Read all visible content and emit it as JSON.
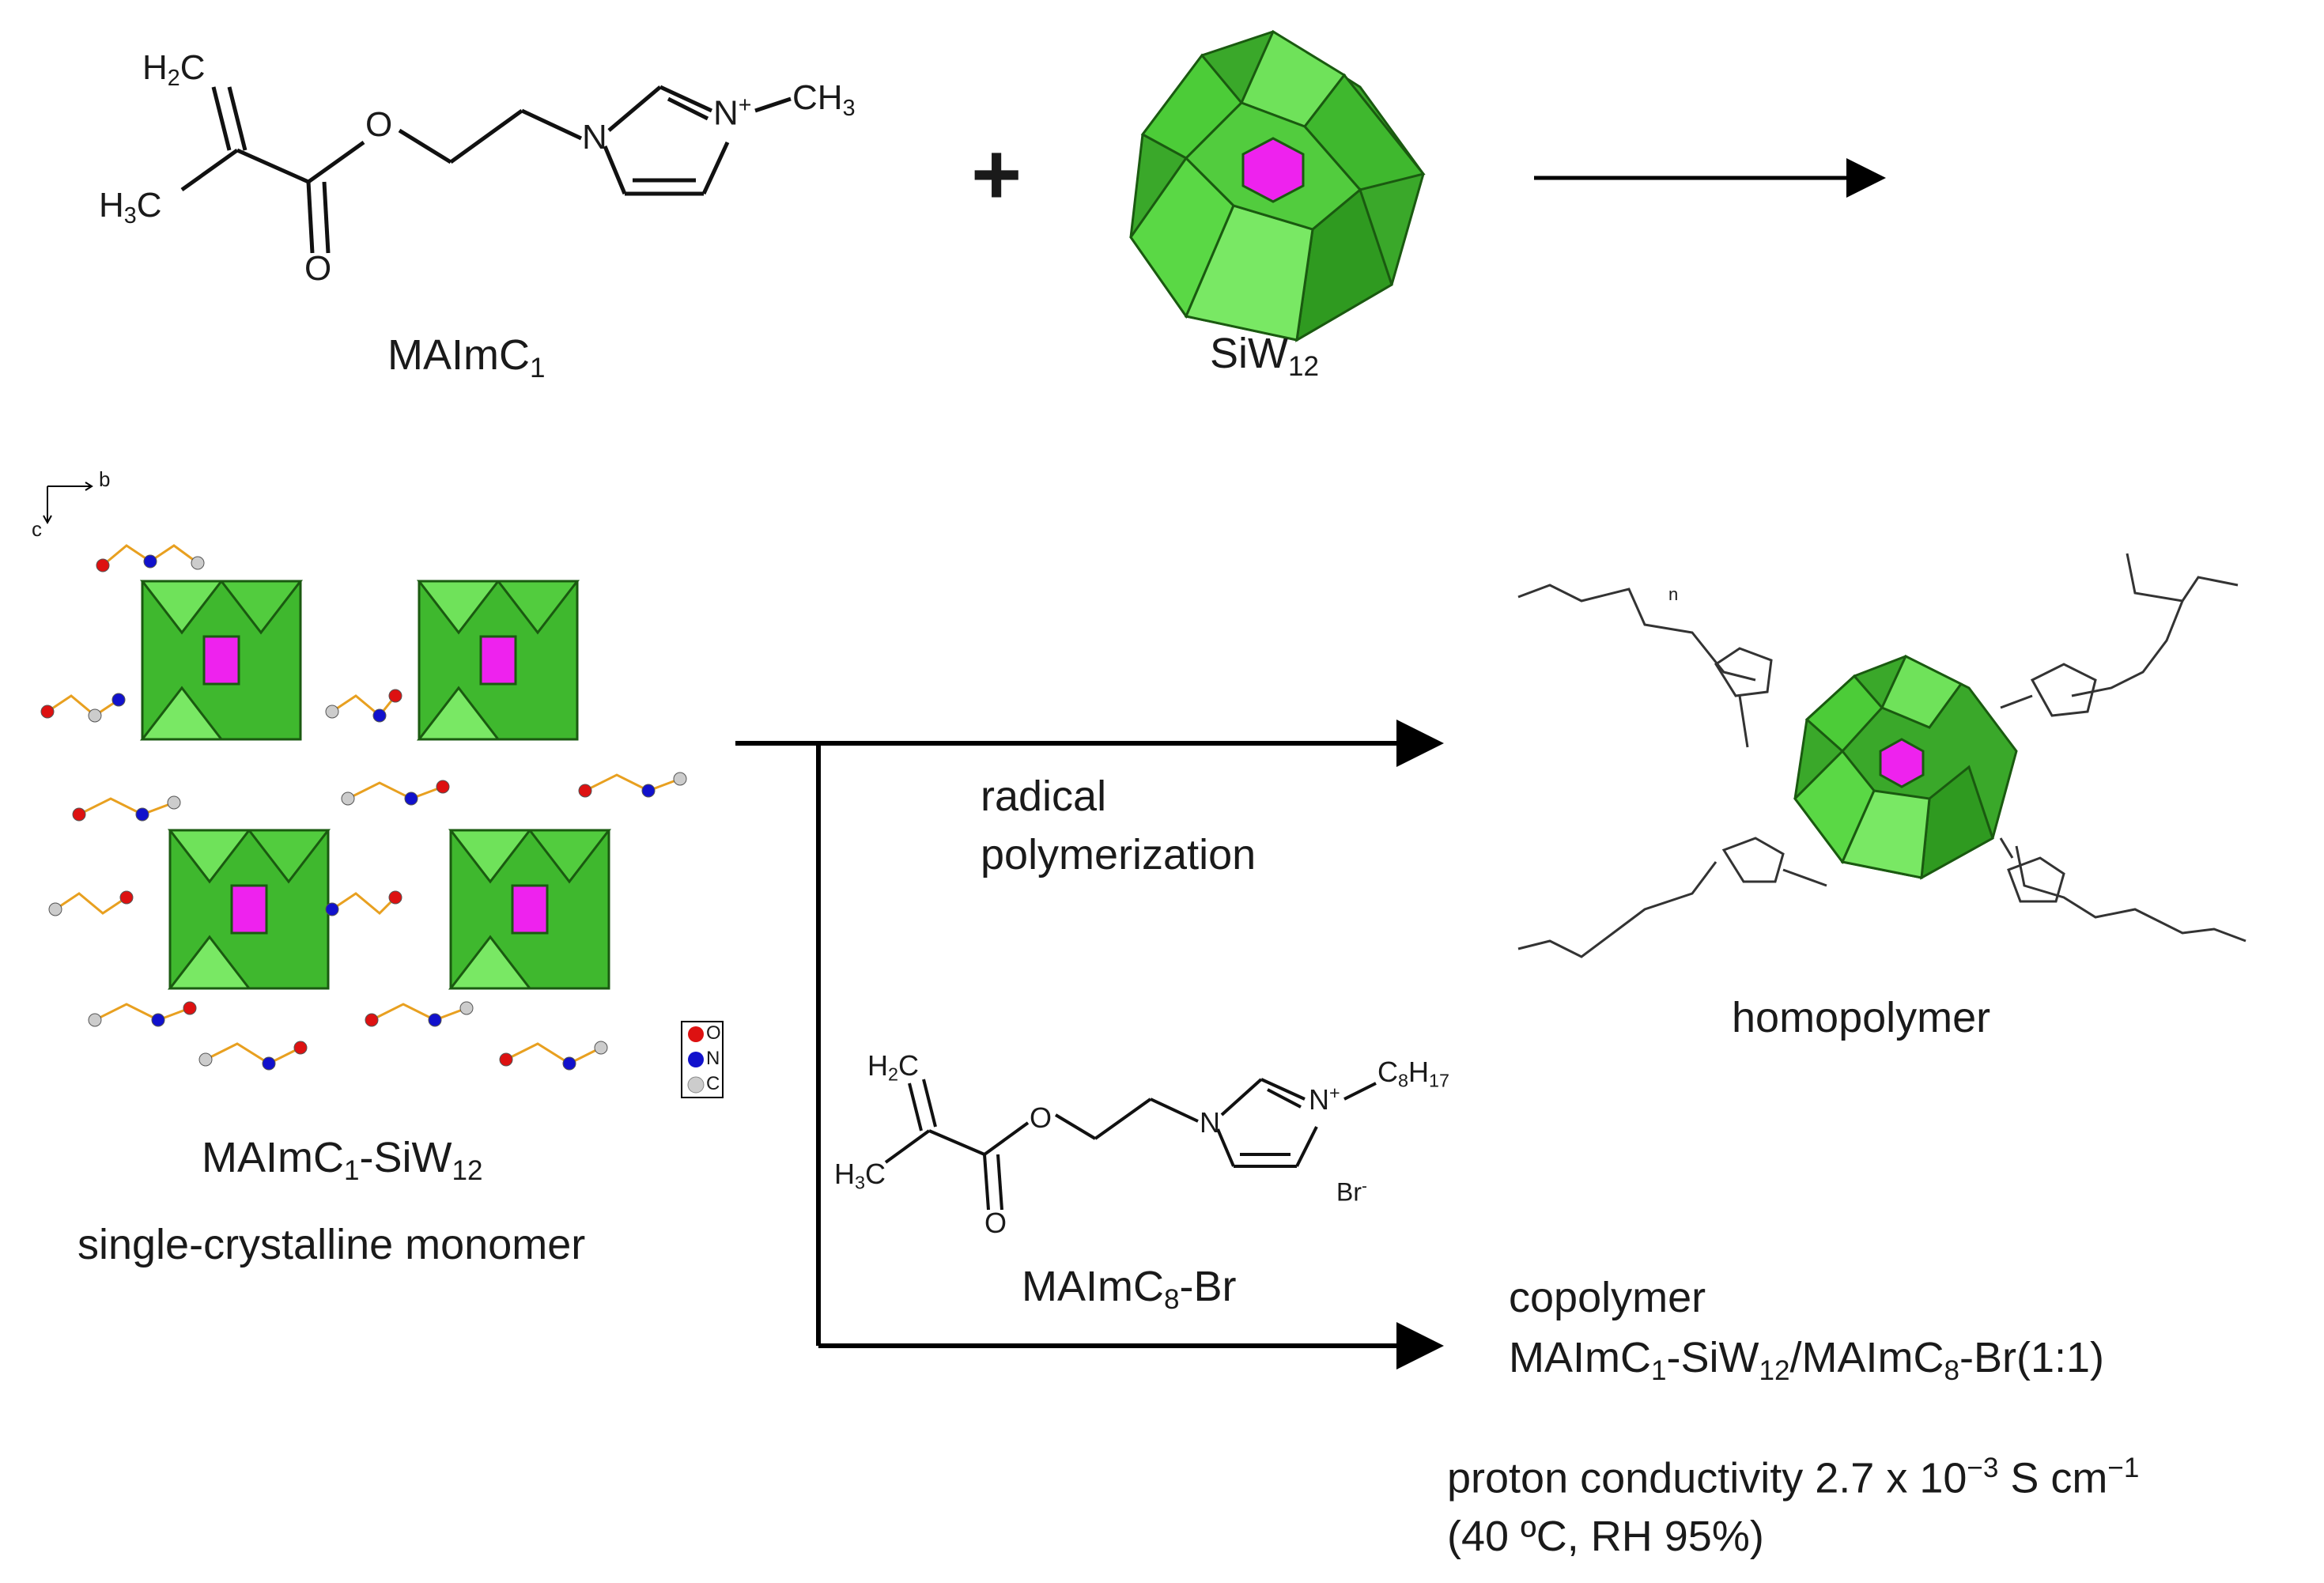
{
  "reactant_monomer": {
    "name_base": "MAImC",
    "name_sub": "1",
    "atoms": {
      "h2c_base": "H",
      "h2c_sub": "2",
      "h2c_tail": "C",
      "h3c_base": "H",
      "h3c_sub": "3",
      "h3c_tail": "C",
      "o_ester": "O",
      "o_carbonyl": "O",
      "n1": "N",
      "n3": "N",
      "n_charge": "+",
      "ch3_base": "CH",
      "ch3_sub": "3"
    }
  },
  "plus_sign": "+",
  "polyoxometalate": {
    "name_base": "SiW",
    "name_sub": "12"
  },
  "crystal": {
    "axis_b": "b",
    "axis_c": "c",
    "legend": [
      {
        "symbol": "O",
        "color": "#dd1111"
      },
      {
        "symbol": "N",
        "color": "#1111cc"
      },
      {
        "symbol": "C",
        "color": "#cccccc"
      }
    ],
    "name_base": "MAImC",
    "name_sub1": "1",
    "name_mid": "-SiW",
    "name_sub2": "12",
    "caption": "single-crystalline monomer"
  },
  "reaction": {
    "line1": "radical",
    "line2": "polymerization"
  },
  "homopolymer": {
    "caption": "homopolymer",
    "chain_n": "n"
  },
  "comonomer": {
    "name_base": "MAImC",
    "name_sub": "8",
    "name_tail": "-Br",
    "atoms": {
      "h2c_base": "H",
      "h2c_sub": "2",
      "h2c_tail": "C",
      "h3c_base": "H",
      "h3c_sub": "3",
      "h3c_tail": "C",
      "o_ester": "O",
      "o_carbonyl": "O",
      "n1": "N",
      "n3": "N",
      "n_charge": "+",
      "alkyl_base": "C",
      "alkyl_sub1": "8",
      "alkyl_mid": "H",
      "alkyl_sub2": "17",
      "counter": "Br",
      "counter_charge": "-"
    }
  },
  "copolymer": {
    "line1": "copolymer",
    "line2_base": "MAImC",
    "line2_sub1": "1",
    "line2_mid": "-SiW",
    "line2_sub2": "12",
    "line2_mid2": "/MAImC",
    "line2_sub3": "8",
    "line2_tail": "-Br(1:1)"
  },
  "conductivity": {
    "label": "proton conductivity  2.7 x 10",
    "exp": "−3",
    "unit_mid": " S cm",
    "unit_exp": "−1",
    "conditions": "(40 ºC, RH 95%)"
  },
  "colors": {
    "polyhedra_dark": "#2f9a20",
    "polyhedra_light": "#5ddb48",
    "polyhedra_mid": "#45c133",
    "core": "#ee22ee",
    "bond": "#e8a020"
  }
}
